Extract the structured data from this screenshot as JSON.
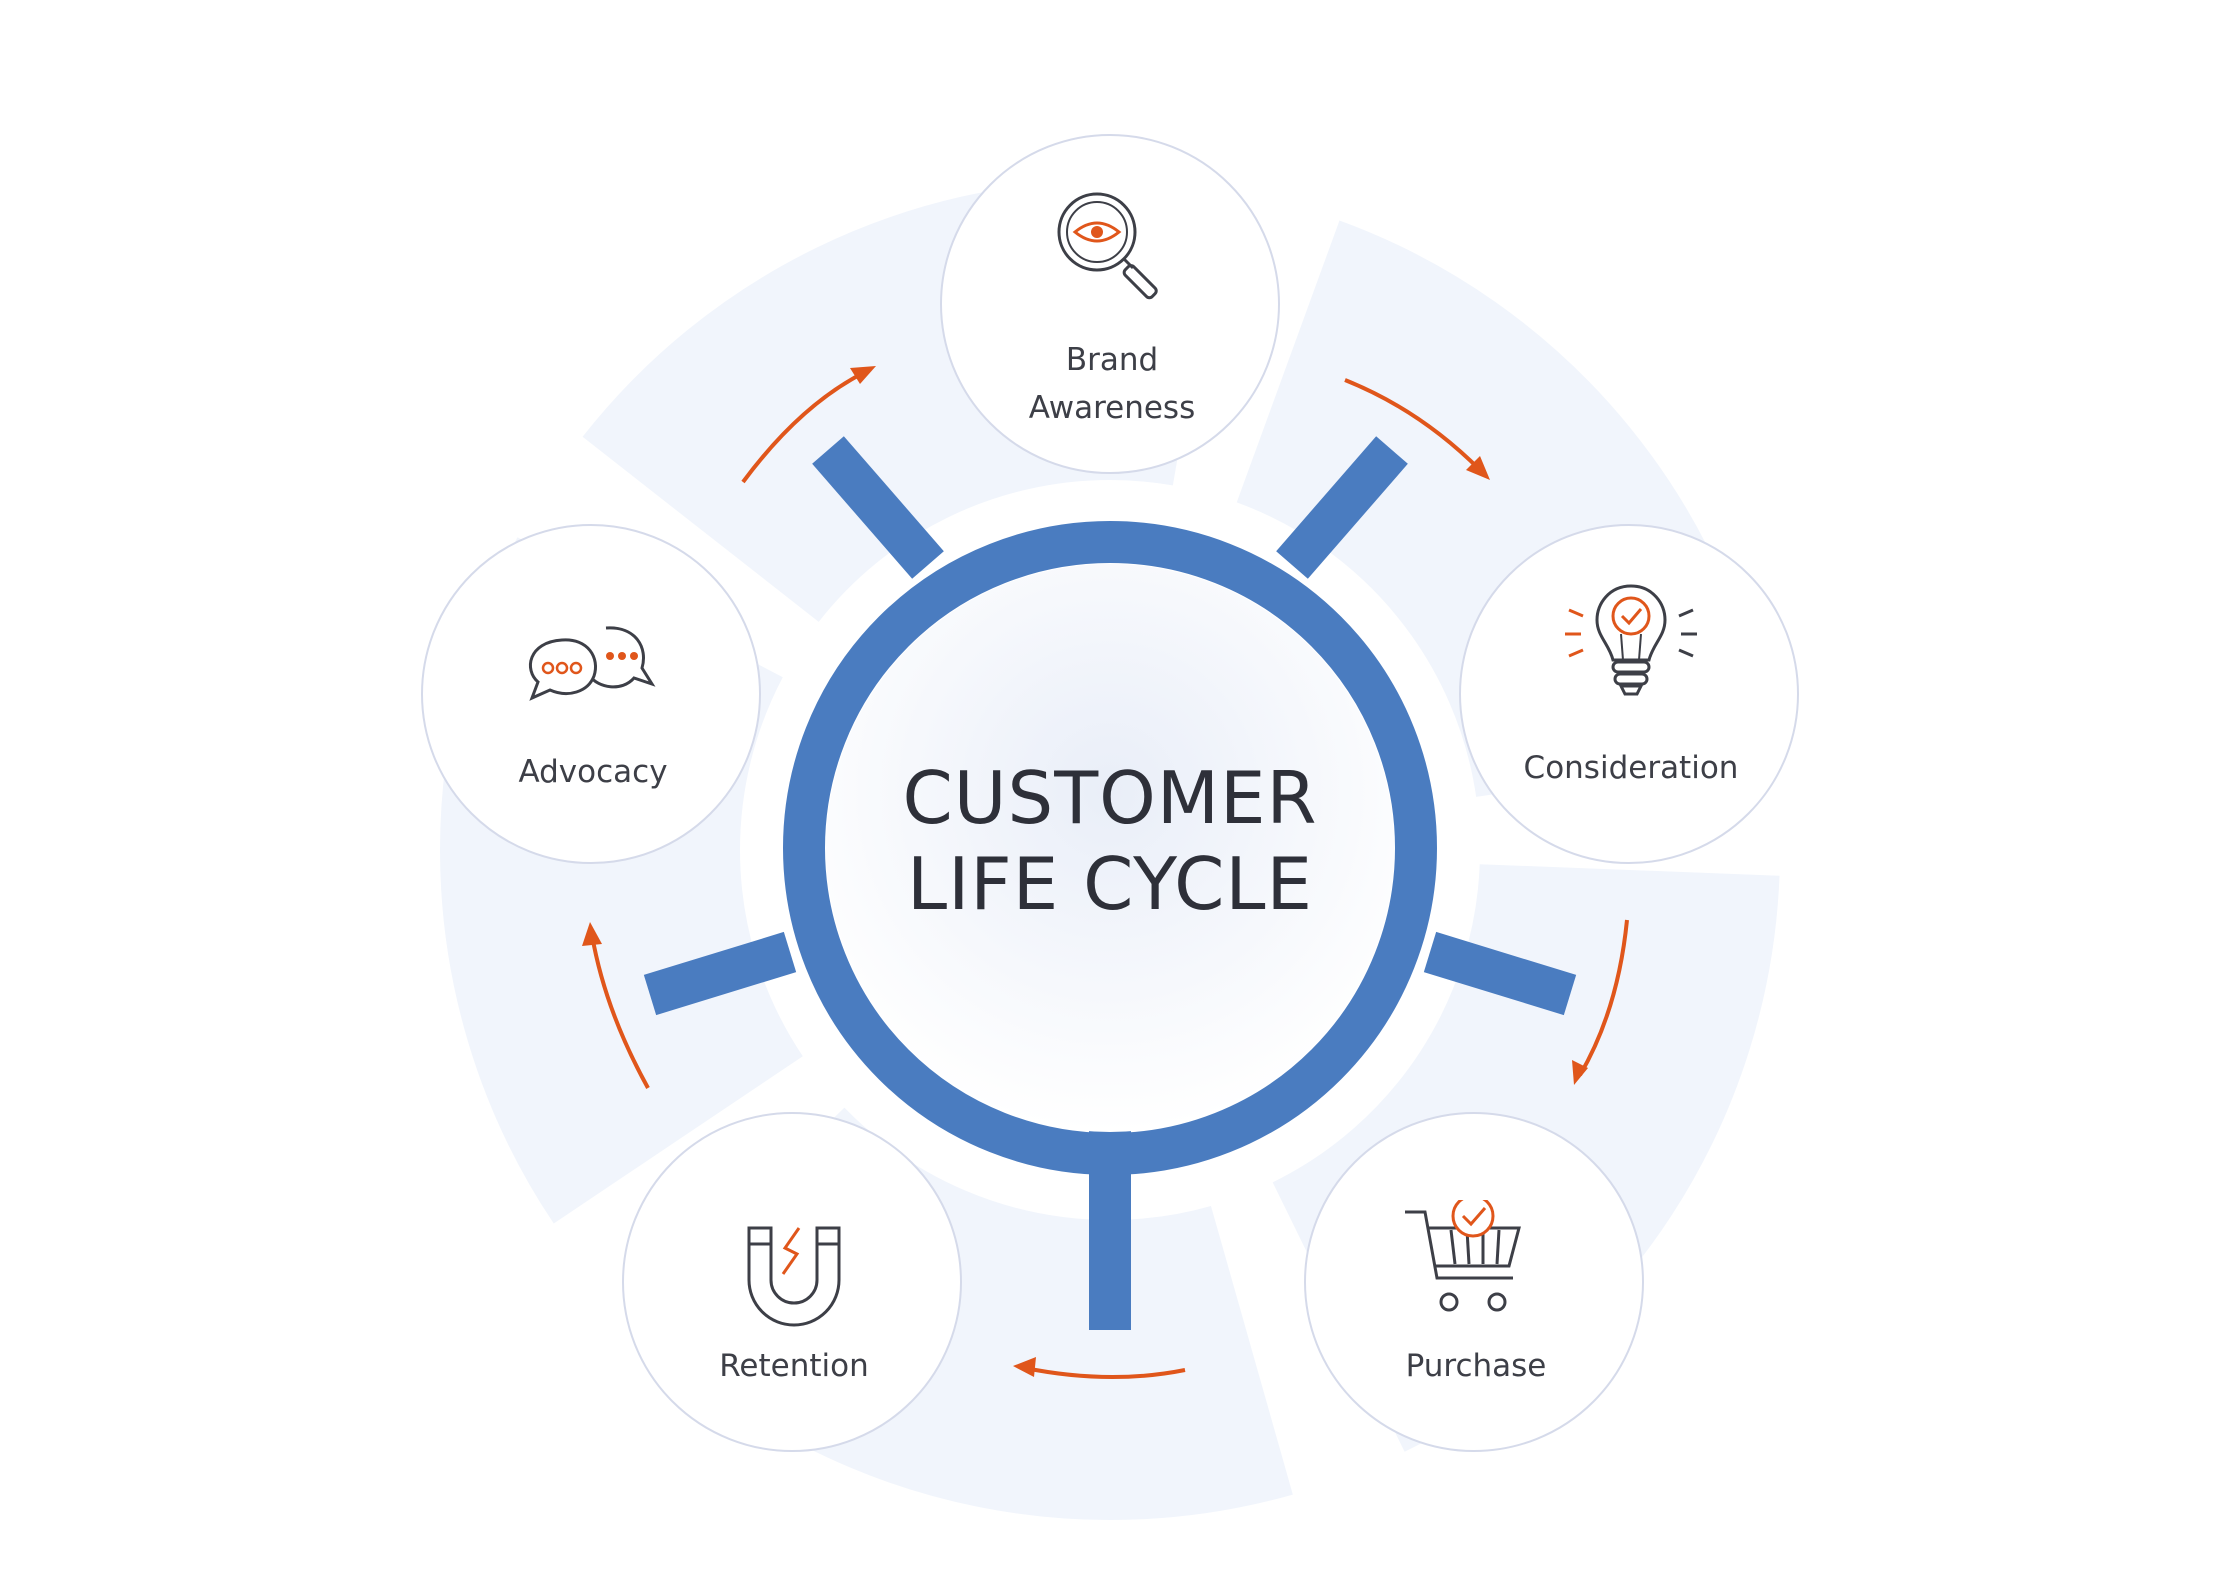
{
  "title": {
    "line1": "CUSTOMER",
    "line2": "LIFE CYCLE"
  },
  "stages": [
    {
      "lines": [
        "Brand",
        "Awareness"
      ],
      "icon": "magnifier-eye-icon"
    },
    {
      "lines": [
        "Consideration"
      ],
      "icon": "lightbulb-check-icon"
    },
    {
      "lines": [
        "Purchase"
      ],
      "icon": "shopping-cart-check-icon"
    },
    {
      "lines": [
        "Retention"
      ],
      "icon": "magnet-icon"
    },
    {
      "lines": [
        "Advocacy"
      ],
      "icon": "speech-bubbles-icon"
    }
  ],
  "colors": {
    "ring": "#4a7cc0",
    "arrow": "#e0561b",
    "accent": "#e0561b",
    "ring_background": "#f1f5fc",
    "node_border": "#d5daea",
    "icon_stroke": "#3d3f47",
    "text": "#2e3039"
  }
}
